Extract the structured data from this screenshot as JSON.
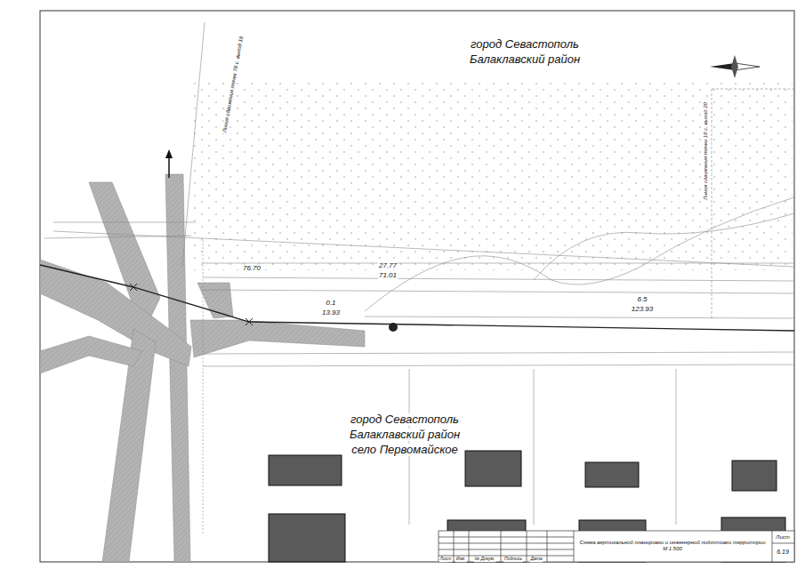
{
  "diagram": {
    "title": "Схема вертикальной планировки и инженерной подготовки территории М 1:500",
    "labels": [
      "город Севастополь",
      "Балаклавский район",
      "город Севастополь",
      "Балаклавский район",
      "село Первомайское",
      "27.77",
      "71.01",
      "76.70",
      "6.5",
      "123.93",
      "0.1",
      "13.93",
      "Линия сдвижения точек 78 с. выход 18",
      "Линия сдвижения точки 19 с. выход 20",
      "Лист",
      "6.19",
      "Лист",
      "Изм.",
      "№ Докум.",
      "Подпись",
      "Дата"
    ]
  }
}
